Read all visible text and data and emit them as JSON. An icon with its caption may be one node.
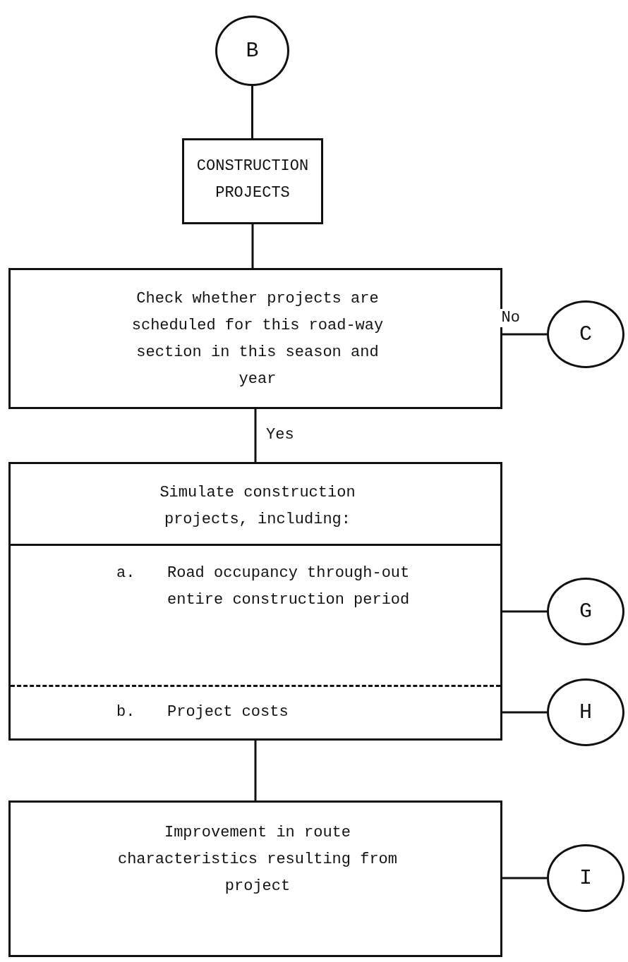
{
  "diagram": {
    "nodes": [
      {
        "text": [
          "B"
        ]
      },
      {
        "text": [
          "CONSTRUCTION PROJECTS"
        ]
      },
      {
        "text": [
          "Check whether projects are scheduled for this road-way section in this season and year"
        ]
      },
      {
        "text": [
          "Simulate construction projects, including:"
        ]
      },
      {
        "text": [
          "a.",
          "Road occupancy through-out entire construction period"
        ],
        "in": 3
      },
      {
        "text": [
          "b.",
          "Project costs"
        ],
        "in": 3
      },
      {
        "text": [
          "C"
        ]
      },
      {
        "text": [
          "G"
        ]
      },
      {
        "text": [
          "H"
        ]
      },
      {
        "text": [
          "Improvement in route characteristics resulting from project"
        ]
      },
      {
        "text": [
          "I"
        ]
      }
    ],
    "edges": [
      {
        "from": 0,
        "to": 1,
        "arrow": "none"
      },
      {
        "from": 1,
        "to": 2,
        "arrow": "none"
      },
      {
        "from": 2,
        "to": 6,
        "arrow": "none",
        "label": "No"
      },
      {
        "from": 2,
        "to": 3,
        "arrow": "none",
        "label": "Yes"
      },
      {
        "from": 4,
        "to": 7,
        "arrow": "none"
      },
      {
        "from": 5,
        "to": 8,
        "arrow": "none"
      },
      {
        "from": 3,
        "to": 9,
        "arrow": "none"
      },
      {
        "from": 9,
        "to": 10,
        "arrow": "none"
      }
    ]
  }
}
